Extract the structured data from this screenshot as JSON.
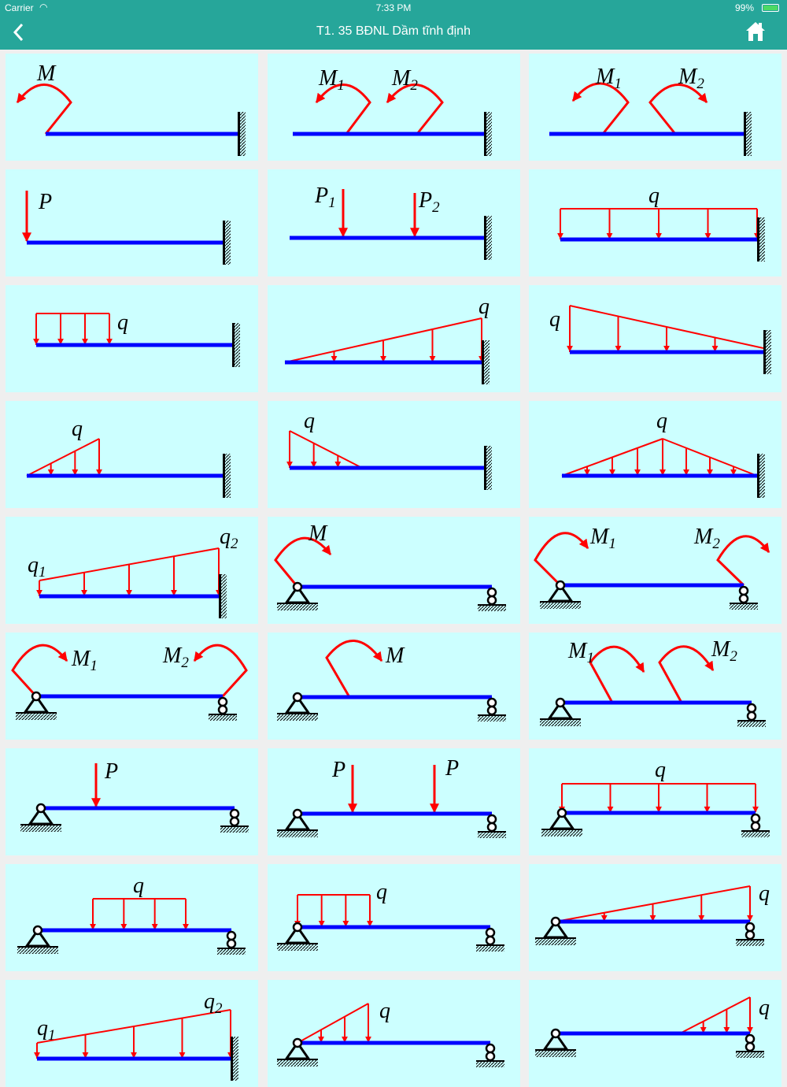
{
  "status": {
    "carrier": "Carrier",
    "time": "7:33 PM",
    "battery": "99%",
    "battery_level": 0.99
  },
  "nav": {
    "title": "T1. 35 BĐNL Dầm tĩnh định",
    "back_icon": "chevron-left-icon",
    "home_icon": "home-icon"
  },
  "colors": {
    "header": "#26a69a",
    "cell": "#ccffff",
    "beam": "#0000ff",
    "load": "#ff0000"
  },
  "cells": [
    {
      "labels": [
        {
          "text": "M",
          "sub": ""
        }
      ]
    },
    {
      "labels": [
        {
          "text": "M",
          "sub": "1"
        },
        {
          "text": "M",
          "sub": "2"
        }
      ]
    },
    {
      "labels": [
        {
          "text": "M",
          "sub": "1"
        },
        {
          "text": "M",
          "sub": "2"
        }
      ]
    },
    {
      "labels": [
        {
          "text": "P",
          "sub": ""
        }
      ]
    },
    {
      "labels": [
        {
          "text": "P",
          "sub": "1"
        },
        {
          "text": "P",
          "sub": "2"
        }
      ]
    },
    {
      "labels": [
        {
          "text": "q",
          "sub": ""
        }
      ]
    },
    {
      "labels": [
        {
          "text": "q",
          "sub": ""
        }
      ]
    },
    {
      "labels": [
        {
          "text": "q",
          "sub": ""
        }
      ]
    },
    {
      "labels": [
        {
          "text": "q",
          "sub": ""
        }
      ]
    },
    {
      "labels": [
        {
          "text": "q",
          "sub": ""
        }
      ]
    },
    {
      "labels": [
        {
          "text": "q",
          "sub": ""
        }
      ]
    },
    {
      "labels": [
        {
          "text": "q",
          "sub": ""
        }
      ]
    },
    {
      "labels": [
        {
          "text": "q",
          "sub": "1"
        },
        {
          "text": "q",
          "sub": "2"
        }
      ]
    },
    {
      "labels": [
        {
          "text": "M",
          "sub": ""
        }
      ]
    },
    {
      "labels": [
        {
          "text": "M",
          "sub": "1"
        },
        {
          "text": "M",
          "sub": "2"
        }
      ]
    },
    {
      "labels": [
        {
          "text": "M",
          "sub": "1"
        },
        {
          "text": "M",
          "sub": "2"
        }
      ]
    },
    {
      "labels": [
        {
          "text": "M",
          "sub": ""
        }
      ]
    },
    {
      "labels": [
        {
          "text": "M",
          "sub": "1"
        },
        {
          "text": "M",
          "sub": "2"
        }
      ]
    },
    {
      "labels": [
        {
          "text": "P",
          "sub": ""
        }
      ]
    },
    {
      "labels": [
        {
          "text": "P",
          "sub": ""
        },
        {
          "text": "P",
          "sub": ""
        }
      ]
    },
    {
      "labels": [
        {
          "text": "q",
          "sub": ""
        }
      ]
    },
    {
      "labels": [
        {
          "text": "q",
          "sub": ""
        }
      ]
    },
    {
      "labels": [
        {
          "text": "q",
          "sub": ""
        }
      ]
    },
    {
      "labels": [
        {
          "text": "q",
          "sub": ""
        }
      ]
    },
    {
      "labels": [
        {
          "text": "q",
          "sub": "1"
        },
        {
          "text": "q",
          "sub": "2"
        }
      ]
    },
    {
      "labels": [
        {
          "text": "q",
          "sub": ""
        }
      ]
    },
    {
      "labels": [
        {
          "text": "q",
          "sub": ""
        }
      ]
    }
  ]
}
